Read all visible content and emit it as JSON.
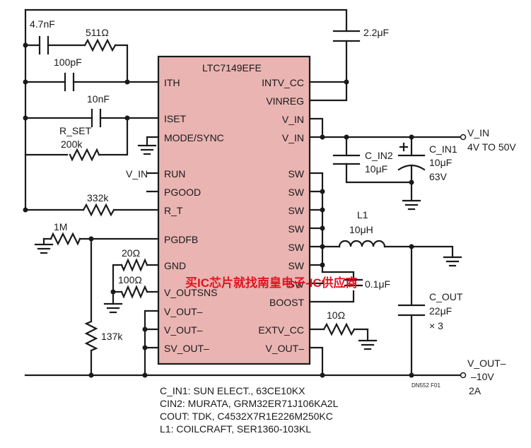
{
  "chip": {
    "name": "LTC7149EFE",
    "fill": "#e9b4b2",
    "left_pins": [
      "ITH",
      "ISET",
      "MODE/SYNC",
      "RUN",
      "PGOOD",
      "R_T",
      "PGDFB",
      "GND",
      "V_OUTSNS",
      "V_OUT–",
      "V_OUT–",
      "SV_OUT–"
    ],
    "right_pins": [
      "INTV_CC",
      "VINREG",
      "V_IN",
      "V_IN",
      "SW",
      "SW",
      "SW",
      "SW",
      "SW",
      "SW",
      "SW",
      "BOOST",
      "EXTV_CC",
      "V_OUT–"
    ]
  },
  "components": {
    "c_ith": "4.7nF",
    "r_ith": "511Ω",
    "c_ith2": "100pF",
    "c_iset": "10nF",
    "r_set_name": "R_SET",
    "r_set": "200k",
    "r_t": "332k",
    "r_pgdfb": "1M",
    "r_gnd": "20Ω",
    "r_outsns": "100Ω",
    "r_div": "137k",
    "c_intvcc": "2.2μF",
    "c_in2_name": "C_IN2",
    "c_in2": "10μF",
    "c_in1_name": "C_IN1",
    "c_in1": "10μF",
    "c_in1_v": "63V",
    "l1_name": "L1",
    "l1": "10μH",
    "c_boost": "0.1μF",
    "r_extvcc": "10Ω",
    "c_out_name": "C_OUT",
    "c_out": "22μF",
    "c_out_n": "× 3",
    "run_vin": "V_IN"
  },
  "io": {
    "vin_name": "V_IN",
    "vin_range": "4V TO 50V",
    "vout_name": "V_OUT–",
    "vout_value": "–10V",
    "vout_current": "2A"
  },
  "notes": [
    "C_IN1: SUN ELECT., 63CE10KX",
    "CIN2: MURATA, GRM32ER71J106KA2L",
    "COUT: TDK, C4532X7R1E226M250KC",
    "L1: COILCRAFT, SER1360-103KL"
  ],
  "figure_id": "DN552 F01",
  "watermark": "买IC芯片就找南皇电子-IC供应商"
}
